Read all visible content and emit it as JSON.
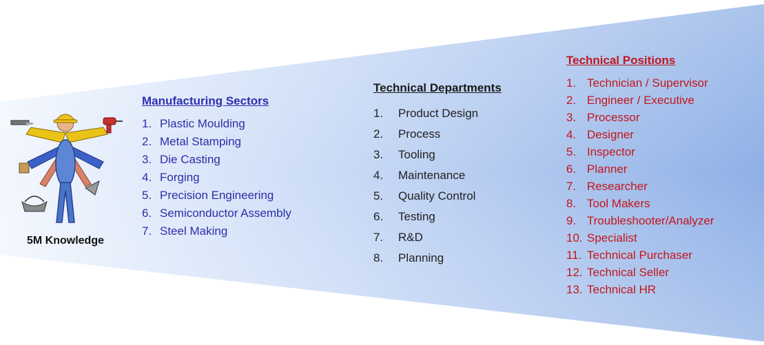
{
  "figure": {
    "label": "5M Knowledge",
    "icons": [
      "worker-figure",
      "hammer-icon",
      "drill-icon",
      "basket-icon",
      "trowel-icon"
    ]
  },
  "colors": {
    "funnel_light": "#eef4fd",
    "funnel_dark": "#8fb0e6",
    "manufacturing": "#2b2fa8",
    "departments": "#222222",
    "positions": "#c4161c"
  },
  "manufacturing": {
    "heading": "Manufacturing Sectors",
    "items": [
      {
        "num": "1.",
        "label": "Plastic Moulding"
      },
      {
        "num": "2.",
        "label": "Metal Stamping"
      },
      {
        "num": "3.",
        "label": "Die Casting"
      },
      {
        "num": "4.",
        "label": "Forging"
      },
      {
        "num": "5.",
        "label": "Precision Engineering"
      },
      {
        "num": "6.",
        "label": "Semiconductor Assembly"
      },
      {
        "num": "7.",
        "label": "Steel Making"
      }
    ]
  },
  "departments": {
    "heading": "Technical Departments",
    "items": [
      {
        "num": "1.",
        "label": "Product Design"
      },
      {
        "num": "2.",
        "label": "Process"
      },
      {
        "num": "3.",
        "label": "Tooling"
      },
      {
        "num": "4.",
        "label": "Maintenance"
      },
      {
        "num": "5.",
        "label": "Quality Control"
      },
      {
        "num": "6.",
        "label": "Testing"
      },
      {
        "num": "7.",
        "label": "R&D"
      },
      {
        "num": "8.",
        "label": "Planning"
      }
    ]
  },
  "positions": {
    "heading": "Technical Positions",
    "items": [
      {
        "num": "1.",
        "label": "Technician / Supervisor"
      },
      {
        "num": "2.",
        "label": "Engineer / Executive"
      },
      {
        "num": "3.",
        "label": "Processor"
      },
      {
        "num": "4.",
        "label": "Designer"
      },
      {
        "num": "5.",
        "label": "Inspector"
      },
      {
        "num": "6.",
        "label": "Planner"
      },
      {
        "num": "7.",
        "label": "Researcher"
      },
      {
        "num": "8.",
        "label": "Tool Makers"
      },
      {
        "num": "9.",
        "label": "Troubleshooter/Analyzer"
      },
      {
        "num": "10.",
        "label": "Specialist"
      },
      {
        "num": "11.",
        "label": "Technical Purchaser"
      },
      {
        "num": "12.",
        "label": "Technical Seller"
      },
      {
        "num": "13.",
        "label": "Technical HR"
      }
    ]
  }
}
